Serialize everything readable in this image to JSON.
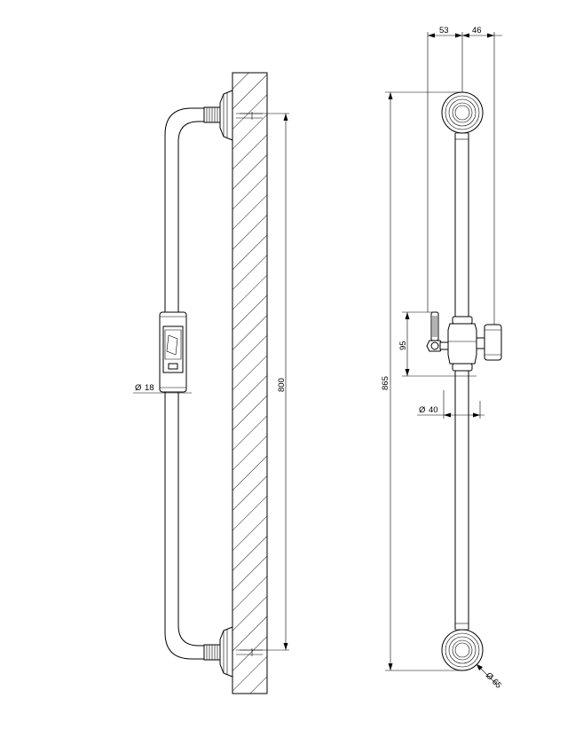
{
  "dimensions": {
    "height_800": "800",
    "diameter_18": "18",
    "offset_53": "53",
    "offset_46": "46",
    "height_865": "865",
    "height_95": "95",
    "diameter_40": "40",
    "diameter_65": "65"
  },
  "symbols": {
    "diameter": "Ø"
  },
  "colors": {
    "line": "#000000",
    "background": "#ffffff"
  }
}
